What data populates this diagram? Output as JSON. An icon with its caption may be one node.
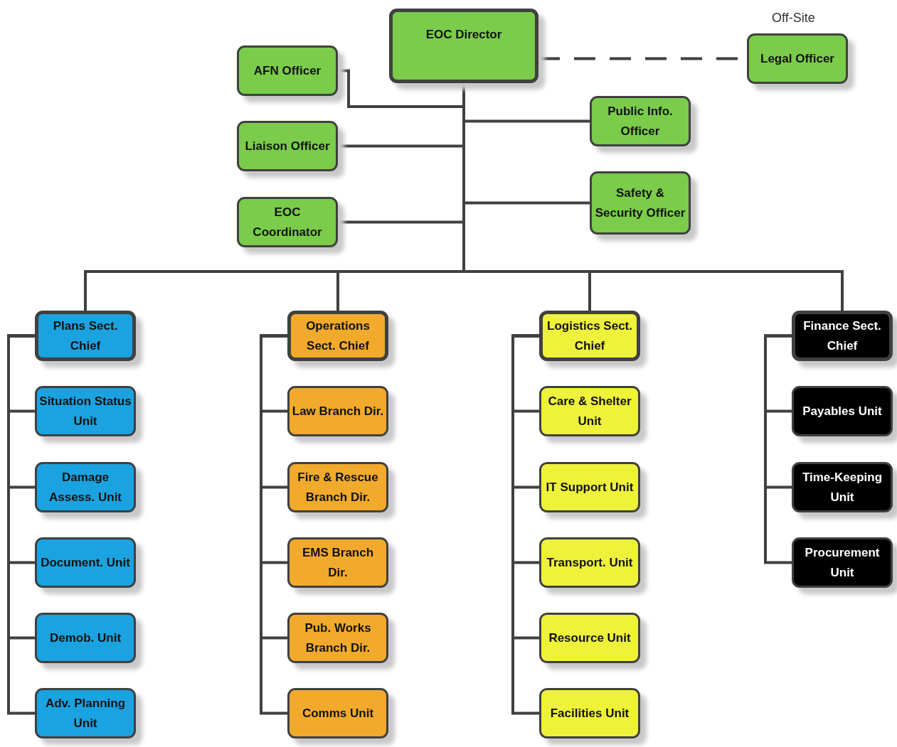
{
  "diagram": {
    "nodes": [
      {
        "text": [
          "EOC Director"
        ]
      },
      {
        "text": [
          "Legal Officer"
        ],
        "beside": [
          "Off-Site"
        ]
      },
      {
        "text": [
          "AFN Officer"
        ]
      },
      {
        "text": [
          "Public Info. Officer"
        ]
      },
      {
        "text": [
          "Liaison Officer"
        ]
      },
      {
        "text": [
          "Safety & Security Officer"
        ]
      },
      {
        "text": [
          "EOC Coordinator"
        ]
      },
      {
        "text": [
          "Plans Sect. Chief"
        ]
      },
      {
        "text": [
          "Operations Sect. Chief"
        ]
      },
      {
        "text": [
          "Logistics Sect. Chief"
        ]
      },
      {
        "text": [
          "Finance Sect. Chief"
        ]
      },
      {
        "text": [
          "Situation Status Unit"
        ]
      },
      {
        "text": [
          "Damage Assess. Unit"
        ]
      },
      {
        "text": [
          "Document. Unit"
        ]
      },
      {
        "text": [
          "Demob. Unit"
        ]
      },
      {
        "text": [
          "Adv. Planning Unit"
        ]
      },
      {
        "text": [
          "Law Branch Dir."
        ]
      },
      {
        "text": [
          "Fire & Rescue Branch Dir."
        ]
      },
      {
        "text": [
          "EMS Branch Dir."
        ]
      },
      {
        "text": [
          "Pub. Works Branch Dir."
        ]
      },
      {
        "text": [
          "Comms Unit"
        ]
      },
      {
        "text": [
          "Care & Shelter Unit"
        ]
      },
      {
        "text": [
          "IT Support Unit"
        ]
      },
      {
        "text": [
          "Transport. Unit"
        ]
      },
      {
        "text": [
          "Resource Unit"
        ]
      },
      {
        "text": [
          "Facilities Unit"
        ]
      },
      {
        "text": [
          "Payables Unit"
        ]
      },
      {
        "text": [
          "Time-Keeping Unit"
        ]
      },
      {
        "text": [
          "Procurement Unit"
        ]
      }
    ],
    "edges": [
      {
        "from": 0,
        "to": 1,
        "arrow": "none",
        "style": "dashed"
      },
      {
        "from": 0,
        "to": 2,
        "arrow": "none"
      },
      {
        "from": 0,
        "to": 3,
        "arrow": "none"
      },
      {
        "from": 0,
        "to": 4,
        "arrow": "none"
      },
      {
        "from": 0,
        "to": 5,
        "arrow": "none"
      },
      {
        "from": 0,
        "to": 6,
        "arrow": "none"
      },
      {
        "from": 0,
        "to": 7,
        "arrow": "none"
      },
      {
        "from": 0,
        "to": 8,
        "arrow": "none"
      },
      {
        "from": 0,
        "to": 9,
        "arrow": "none"
      },
      {
        "from": 0,
        "to": 10,
        "arrow": "none"
      },
      {
        "from": 7,
        "to": 11,
        "arrow": "none"
      },
      {
        "from": 7,
        "to": 12,
        "arrow": "none"
      },
      {
        "from": 7,
        "to": 13,
        "arrow": "none"
      },
      {
        "from": 7,
        "to": 14,
        "arrow": "none"
      },
      {
        "from": 7,
        "to": 15,
        "arrow": "none"
      },
      {
        "from": 8,
        "to": 16,
        "arrow": "none"
      },
      {
        "from": 8,
        "to": 17,
        "arrow": "none"
      },
      {
        "from": 8,
        "to": 18,
        "arrow": "none"
      },
      {
        "from": 8,
        "to": 19,
        "arrow": "none"
      },
      {
        "from": 8,
        "to": 20,
        "arrow": "none"
      },
      {
        "from": 9,
        "to": 21,
        "arrow": "none"
      },
      {
        "from": 9,
        "to": 22,
        "arrow": "none"
      },
      {
        "from": 9,
        "to": 23,
        "arrow": "none"
      },
      {
        "from": 9,
        "to": 24,
        "arrow": "none"
      },
      {
        "from": 9,
        "to": 25,
        "arrow": "none"
      },
      {
        "from": 10,
        "to": 26,
        "arrow": "none"
      },
      {
        "from": 10,
        "to": 27,
        "arrow": "none"
      },
      {
        "from": 10,
        "to": 28,
        "arrow": "none"
      }
    ]
  }
}
